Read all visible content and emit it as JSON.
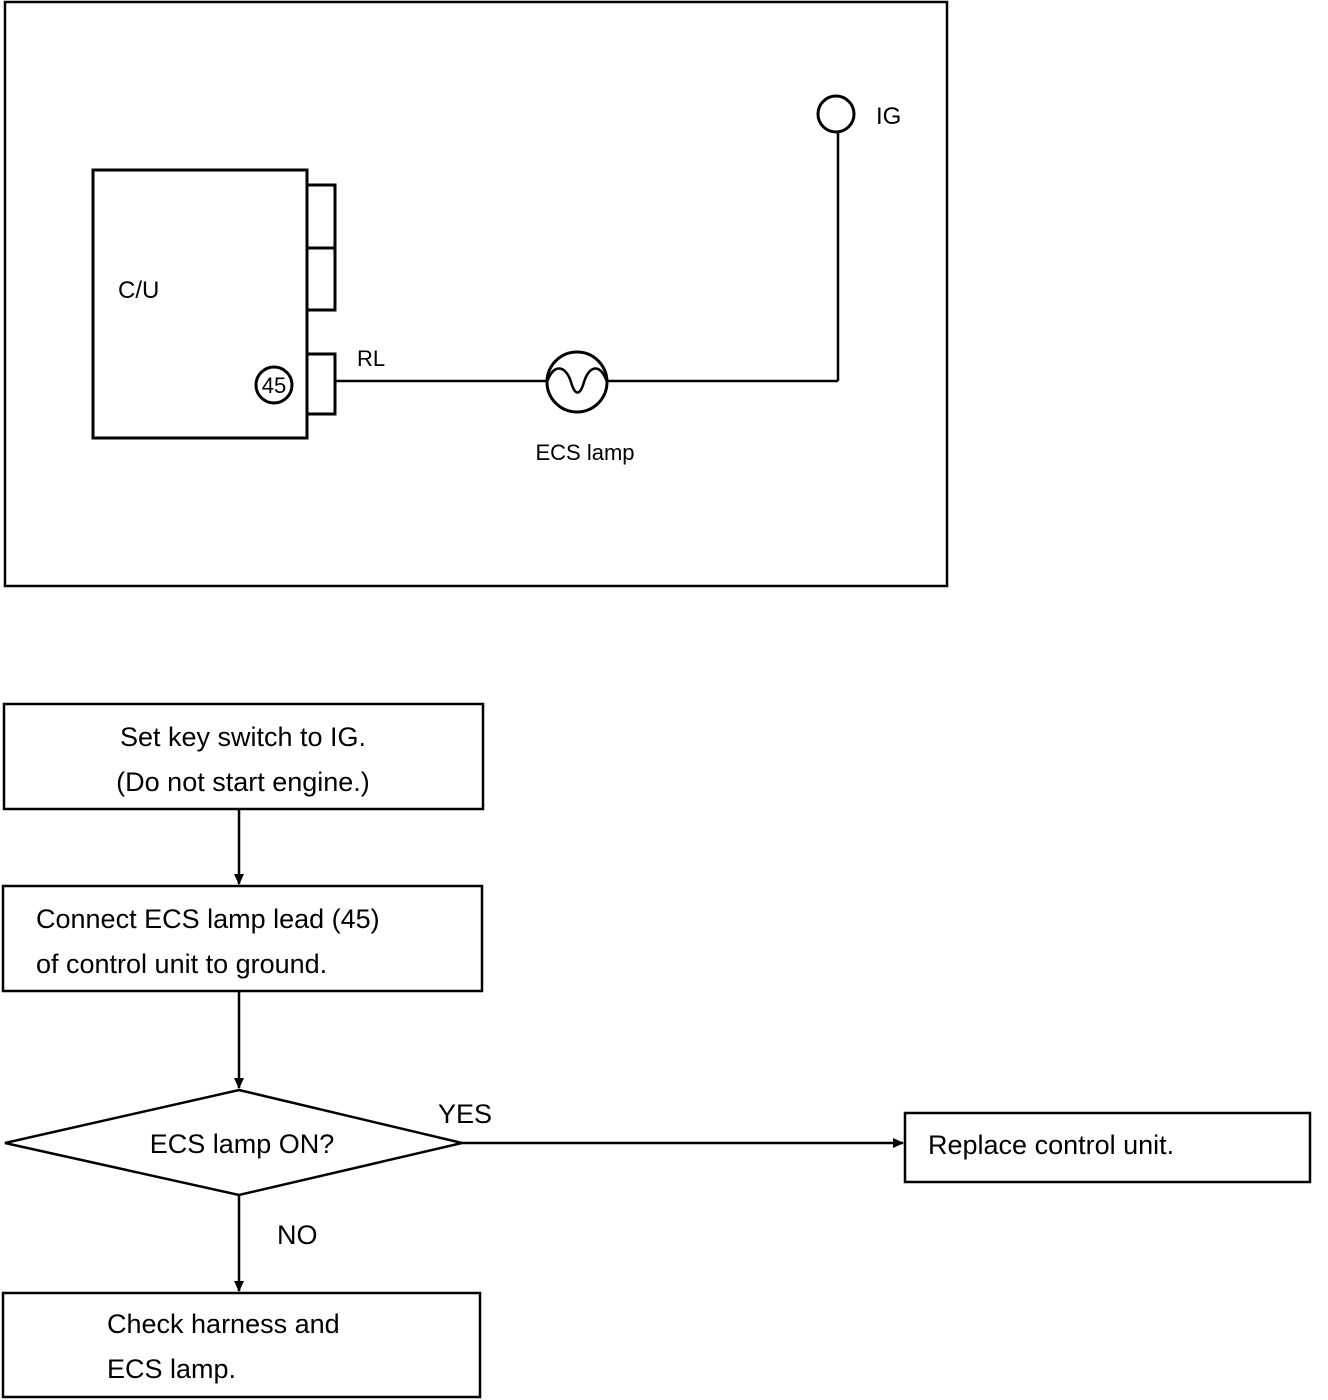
{
  "schematic": {
    "control_unit_label": "C/U",
    "terminal_number": "45",
    "wire_color_code": "RL",
    "lamp_label": "ECS lamp",
    "lamp_symbol": "0",
    "power_label": "IG"
  },
  "flowchart": {
    "step1": {
      "line1": "Set key switch to IG.",
      "line2": "(Do not start engine.)"
    },
    "step2": {
      "line1": "Connect ECS lamp lead (45)",
      "line2": "of control unit to ground."
    },
    "decision": {
      "question": "ECS lamp ON?",
      "yes_label": "YES",
      "no_label": "NO"
    },
    "yes_result": {
      "text": "Replace control unit."
    },
    "no_result": {
      "line1": "Check harness and",
      "line2": "ECS lamp."
    }
  }
}
